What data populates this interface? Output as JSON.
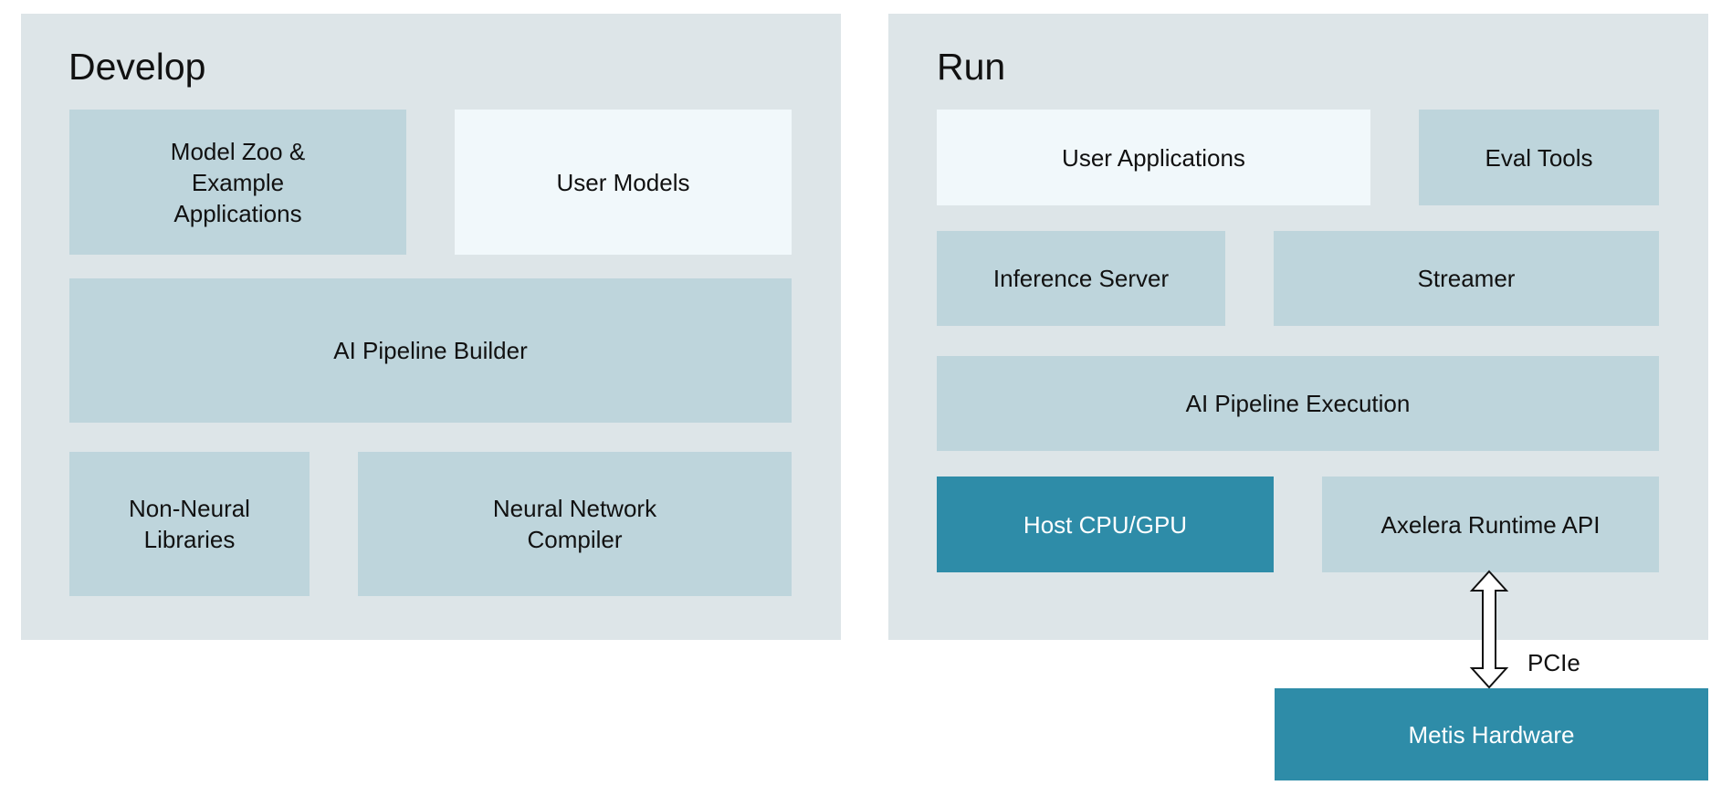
{
  "develop": {
    "title": "Develop",
    "model_zoo": "Model Zoo &\nExample\nApplications",
    "user_models": "User Models",
    "pipeline_builder": "AI Pipeline Builder",
    "non_neural": "Non-Neural\nLibraries",
    "nn_compiler": "Neural Network\nCompiler"
  },
  "run": {
    "title": "Run",
    "user_apps": "User Applications",
    "eval_tools": "Eval Tools",
    "inference_server": "Inference Server",
    "streamer": "Streamer",
    "pipeline_execution": "AI Pipeline Execution",
    "host_cpu": "Host CPU/GPU",
    "runtime_api": "Axelera Runtime API"
  },
  "connection": {
    "label": "PCIe"
  },
  "hardware": {
    "label": "Metis Hardware"
  },
  "colors": {
    "panel_bg": "#dde5e8",
    "box_mid": "#bed5dc",
    "box_light": "#f1f8fb",
    "box_dark": "#2e8ca8"
  }
}
